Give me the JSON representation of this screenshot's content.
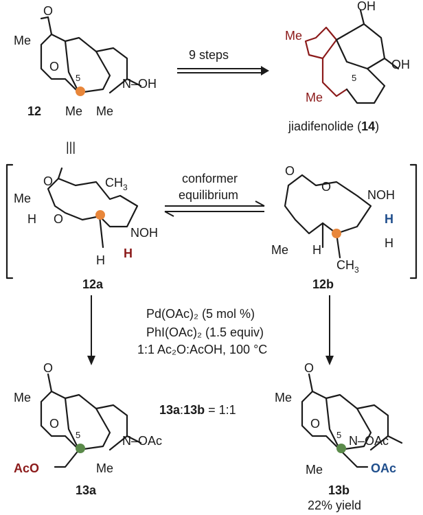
{
  "compounds": {
    "c12": {
      "id": "12",
      "me": "Me",
      "oh": "N–OH",
      "me_a": "Me",
      "me_b": "Me",
      "pos": "5",
      "O": "O"
    },
    "c14": {
      "name_prefix": "jiadifenolide (",
      "id": "14",
      "name_suffix": ")",
      "me_red": "Me",
      "me_red2": "Me",
      "oh1": "OH",
      "oh2": "OH",
      "pos": "5"
    },
    "c12a": {
      "id": "12a",
      "me": "Me",
      "h": "H",
      "ch3": "CH",
      "ch3_sub": "3",
      "noh": "NOH",
      "h_red": "H",
      "h2": "H"
    },
    "c12b": {
      "id": "12b",
      "noh": "NOH",
      "h_blue": "H",
      "ch3": "CH",
      "ch3_sub": "3",
      "me": "Me",
      "h": "H",
      "h2": "H"
    },
    "c13a": {
      "id": "13a",
      "me": "Me",
      "aco": "AcO",
      "me2": "Me",
      "noac": "N–OAc",
      "pos": "5"
    },
    "c13b": {
      "id": "13b",
      "me": "Me",
      "me2": "Me",
      "oac": "OAc",
      "noac": "N–OAc",
      "pos": "5",
      "yield": "22% yield"
    }
  },
  "arrows": {
    "top": "9 steps",
    "equilibrium_line1": "conformer",
    "equilibrium_line2": "equilibrium"
  },
  "conditions": {
    "line1": "Pd(OAc)₂ (5 mol %)",
    "line2": "PhI(OAc)₂ (1.5 equiv)",
    "line3": "1:1 Ac₂O:AcOH, 100 °C"
  },
  "ratio": {
    "a": "13a",
    "sep": ":",
    "b": "13b",
    "val": " = 1:1"
  },
  "identity_symbol": "|||",
  "colors": {
    "highlight_orange": "#e8863a",
    "highlight_green": "#5a8a4a",
    "red": "#8b1a1a",
    "blue": "#1f4e8c"
  }
}
